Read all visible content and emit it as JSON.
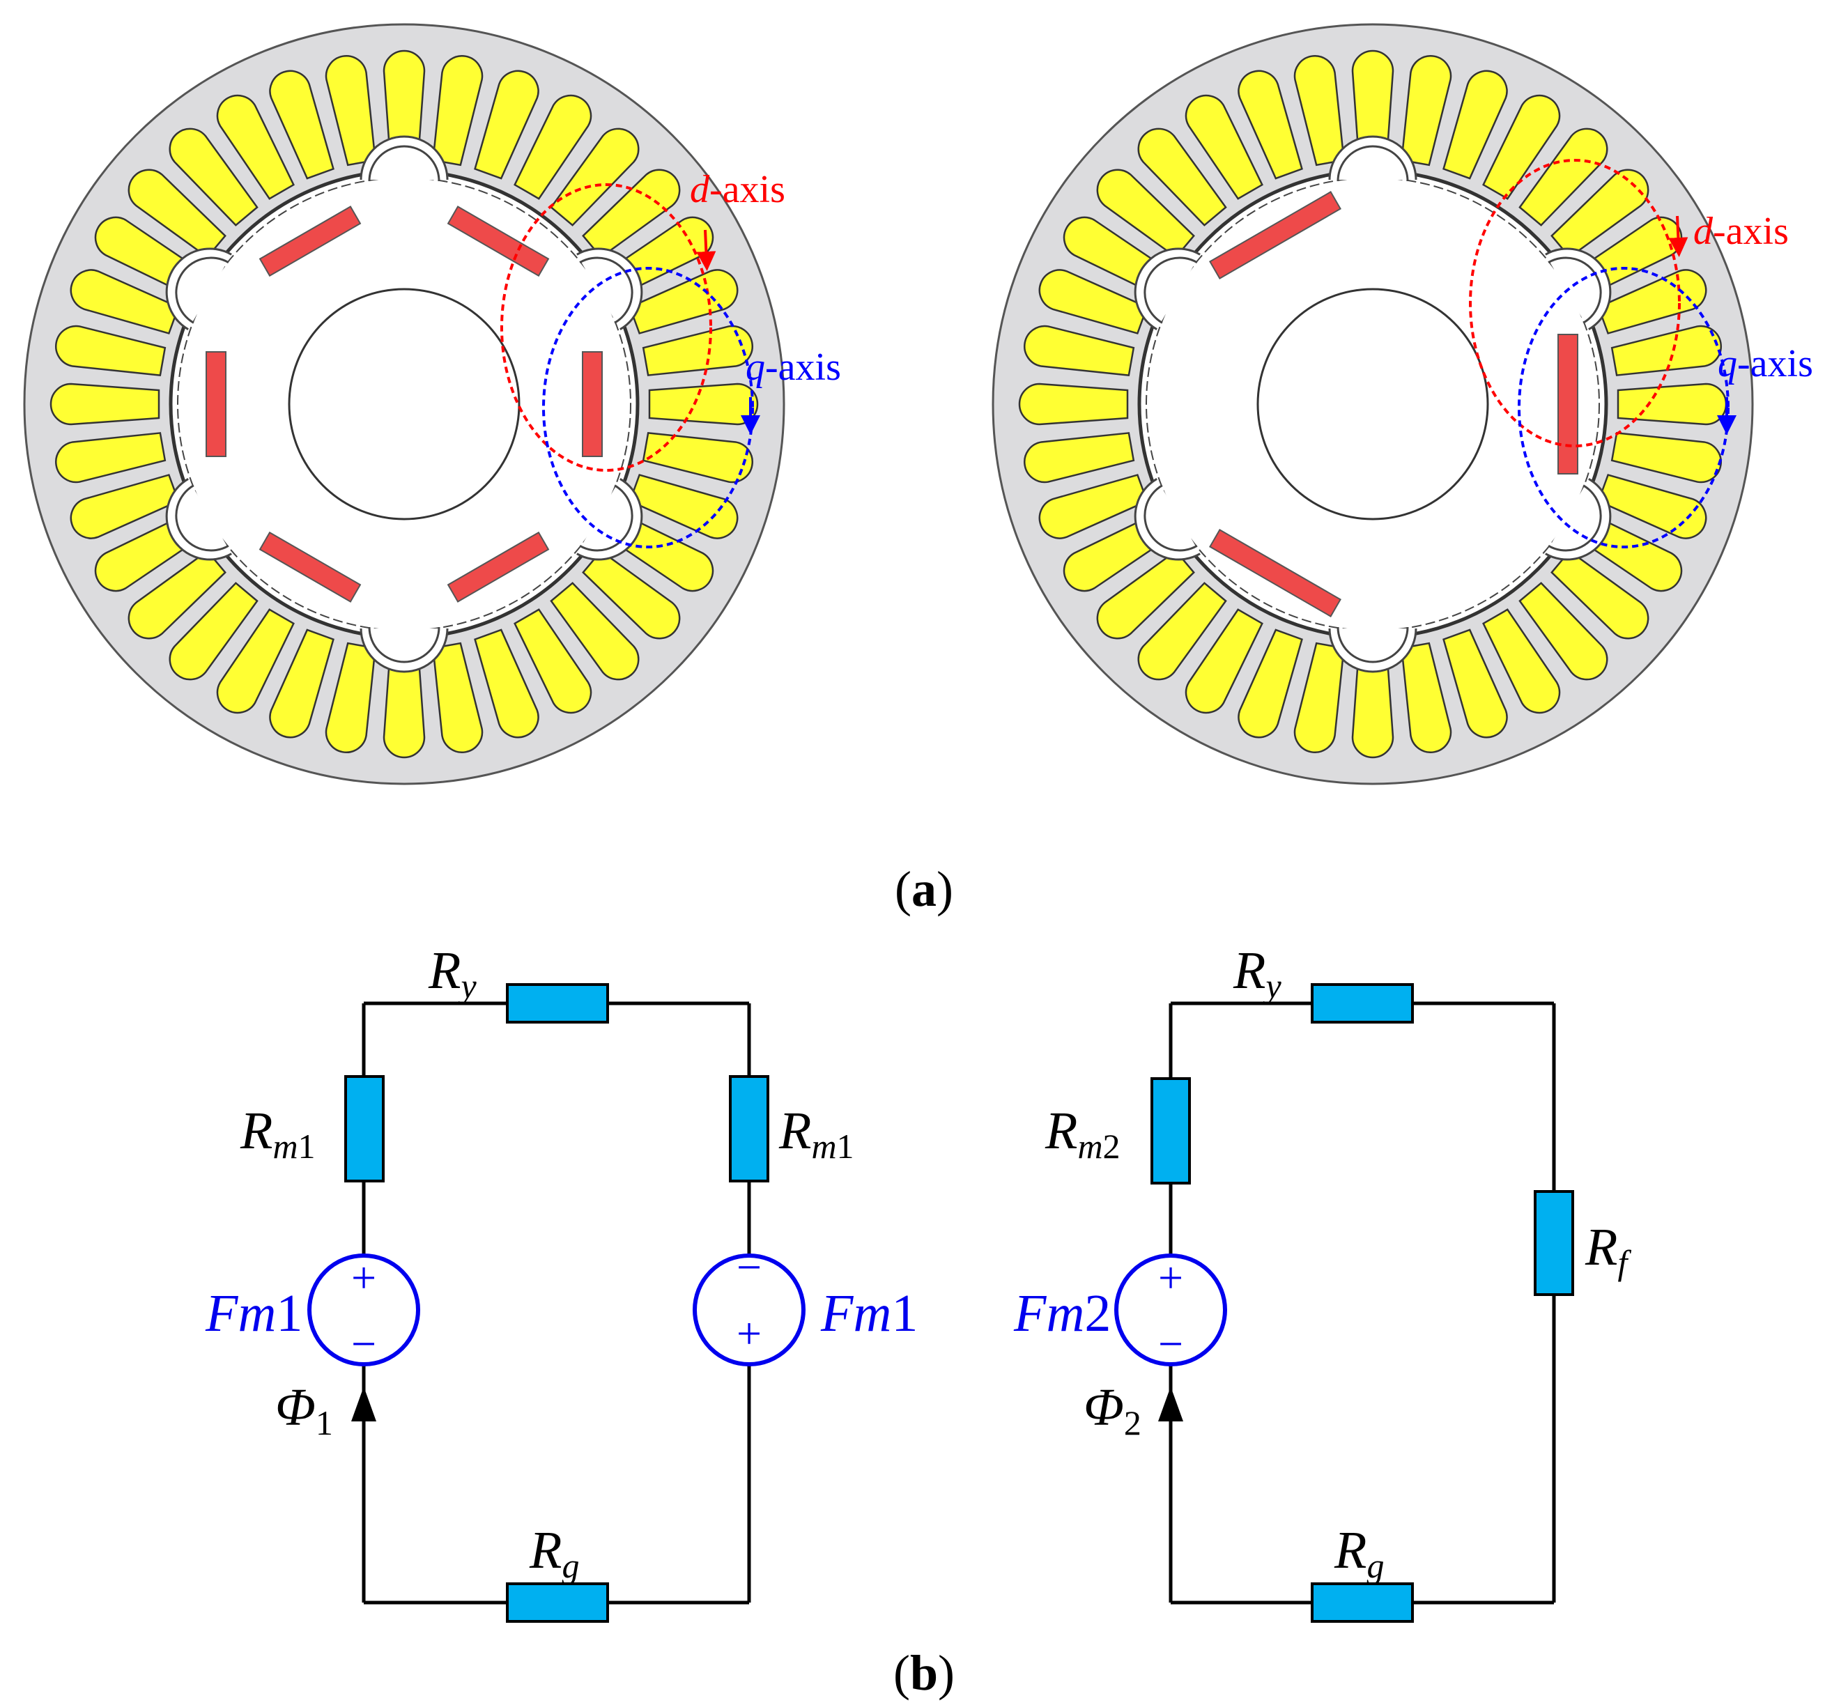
{
  "colors": {
    "stator": "#dcdcde",
    "coil": "#ffff33",
    "magnet": "#ee4a4a",
    "resistor": "#00b0f0",
    "source": "#0000ee",
    "d_axis": "#ff0000",
    "q_axis": "#0000ff"
  },
  "panel_a": {
    "caption_open": "(",
    "caption_letter": "a",
    "caption_close": ")",
    "left_motor": {
      "magnet_count": 6,
      "d_axis": {
        "italic": "d",
        "rest": "-axis"
      },
      "q_axis": {
        "italic": "q",
        "rest": "-axis"
      }
    },
    "right_motor": {
      "magnet_count": 3,
      "d_axis": {
        "italic": "d",
        "rest": "-axis"
      },
      "q_axis": {
        "italic": "q",
        "rest": "-axis"
      }
    }
  },
  "panel_b": {
    "caption_open": "(",
    "caption_letter": "b",
    "caption_close": ")",
    "left_circuit": {
      "ry": {
        "main": "R",
        "sub": "y"
      },
      "rm_left": {
        "main": "R",
        "sub_italic": "m",
        "sub_num": "1"
      },
      "rm_right": {
        "main": "R",
        "sub_italic": "m",
        "sub_num": "1"
      },
      "fm_left": {
        "main": "F",
        "italic": "m",
        "num": "1"
      },
      "fm_right": {
        "main": "F",
        "italic": "m",
        "num": "1"
      },
      "flux": {
        "main": "Φ",
        "sub": "1"
      },
      "rg": {
        "main": "R",
        "sub": "g"
      },
      "plus": "+",
      "minus": "−"
    },
    "right_circuit": {
      "ry": {
        "main": "R",
        "sub": "y"
      },
      "rm": {
        "main": "R",
        "sub_italic": "m",
        "sub_num": "2"
      },
      "rf": {
        "main": "R",
        "sub": "f"
      },
      "fm": {
        "main": "F",
        "italic": "m",
        "num": "2"
      },
      "flux": {
        "main": "Φ",
        "sub": "2"
      },
      "rg": {
        "main": "R",
        "sub": "g"
      },
      "plus": "+",
      "minus": "−"
    }
  }
}
